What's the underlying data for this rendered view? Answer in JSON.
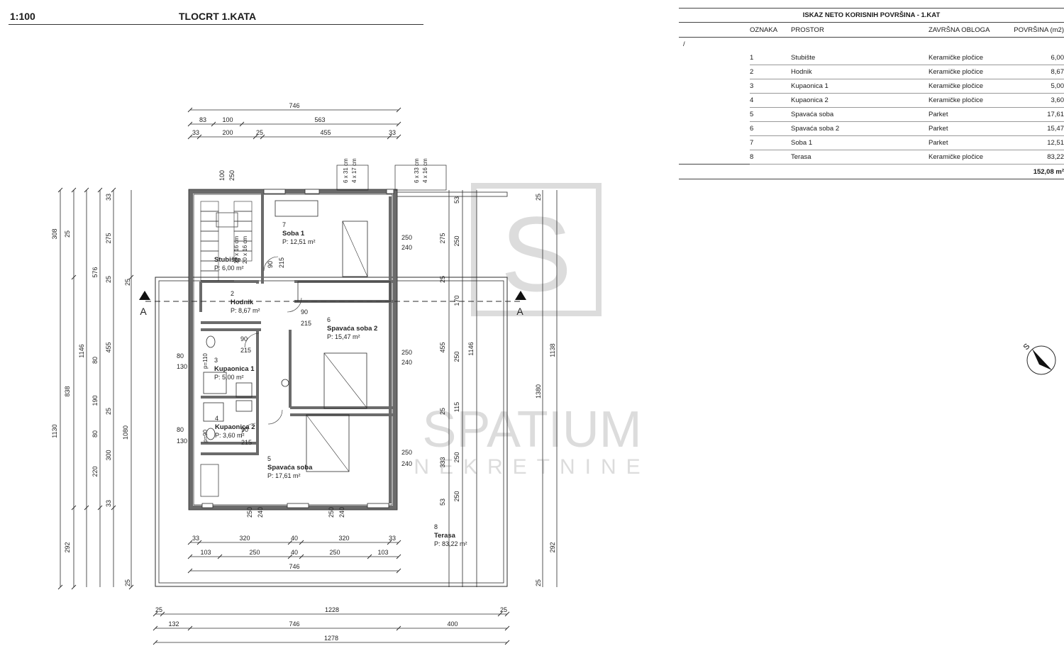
{
  "header": {
    "scale": "1:100",
    "title": "TLOCRT 1.KATA"
  },
  "area_table": {
    "title": "ISKAZ NETO KORISNIH POVRŠINA - 1.KAT",
    "columns": [
      "OZNAKA",
      "PROSTOR",
      "ZAVRŠNA OBLOGA",
      "POVRŠINA (m2)"
    ],
    "group": "/",
    "rows": [
      {
        "id": "1",
        "room": "Stubište",
        "finish": "Keramičke pločice",
        "area": "6,00"
      },
      {
        "id": "2",
        "room": "Hodnik",
        "finish": "Keramičke pločice",
        "area": "8,67"
      },
      {
        "id": "3",
        "room": "Kupaonica 1",
        "finish": "Keramičke pločice",
        "area": "5,00"
      },
      {
        "id": "4",
        "room": "Kupaonica 2",
        "finish": "Keramičke pločice",
        "area": "3,60"
      },
      {
        "id": "5",
        "room": "Spavaća soba",
        "finish": "Parket",
        "area": "17,61"
      },
      {
        "id": "6",
        "room": "Spavaća soba 2",
        "finish": "Parket",
        "area": "15,47"
      },
      {
        "id": "7",
        "room": "Soba 1",
        "finish": "Parket",
        "area": "12,51"
      },
      {
        "id": "8",
        "room": "Terasa",
        "finish": "Keramičke pločice",
        "area": "83,22"
      }
    ],
    "total": "152,08 m²"
  },
  "plan": {
    "rooms": [
      {
        "num": "7",
        "name": "Soba 1",
        "area": "P: 12,51 m²"
      },
      {
        "num": "",
        "name": "Stubište",
        "area": "P: 6,00 m²"
      },
      {
        "num": "2",
        "name": "Hodnik",
        "area": "P: 8,67 m²"
      },
      {
        "num": "6",
        "name": "Spavaća soba 2",
        "area": "P: 15,47 m²"
      },
      {
        "num": "3",
        "name": "Kupaonica 1",
        "area": "P: 5,00 m²"
      },
      {
        "num": "4",
        "name": "Kupaonica 2",
        "area": "P: 3,60 m²"
      },
      {
        "num": "5",
        "name": "Spavaća soba",
        "area": "P: 17,61 m²"
      },
      {
        "num": "8",
        "name": "Terasa",
        "area": "P: 83,22 m²"
      }
    ],
    "section_mark": "A",
    "dim_top": [
      "746",
      "83",
      "100",
      "563",
      "33",
      "200",
      "25",
      "455",
      "33"
    ],
    "dim_bottom_inner": [
      "33",
      "320",
      "40",
      "320",
      "33",
      "103",
      "250",
      "40",
      "250",
      "103",
      "746"
    ],
    "dim_bottom_outer": [
      "25",
      "1228",
      "25",
      "132",
      "746",
      "400",
      "1278"
    ],
    "dim_left": [
      "1130",
      "308",
      "838",
      "292",
      "1146",
      "576",
      "25",
      "80",
      "190",
      "80",
      "220",
      "33",
      "275",
      "25",
      "455",
      "25",
      "300",
      "33",
      "25",
      "1080",
      "25"
    ],
    "dim_right": [
      "25",
      "53",
      "275",
      "25",
      "170",
      "455",
      "25",
      "115",
      "333",
      "53",
      "250",
      "250",
      "250",
      "250",
      "1146",
      "1138",
      "1380",
      "292",
      "25"
    ],
    "openings": [
      "250",
      "240",
      "250",
      "240",
      "250",
      "240",
      "80",
      "130",
      "80",
      "130",
      "90",
      "215",
      "90",
      "215",
      "90",
      "215",
      "90",
      "215",
      "250",
      "240",
      "250",
      "240",
      "100",
      "250"
    ],
    "stair_notes": [
      "19 x 16 cm",
      "20 x 16 cm",
      "6 x 31 cm",
      "4 x 17 cm",
      "6 x 33 cm",
      "4 x 16 cm"
    ],
    "bath_tags": [
      "p=110",
      "p=90"
    ]
  },
  "watermark": {
    "logo": "S",
    "line1": "SPATIUM",
    "line2": "NEKRETNINE"
  },
  "colors": {
    "wall": "#6b6b6b",
    "line": "#2b2b2b",
    "watermark": "#dcdcdc"
  }
}
